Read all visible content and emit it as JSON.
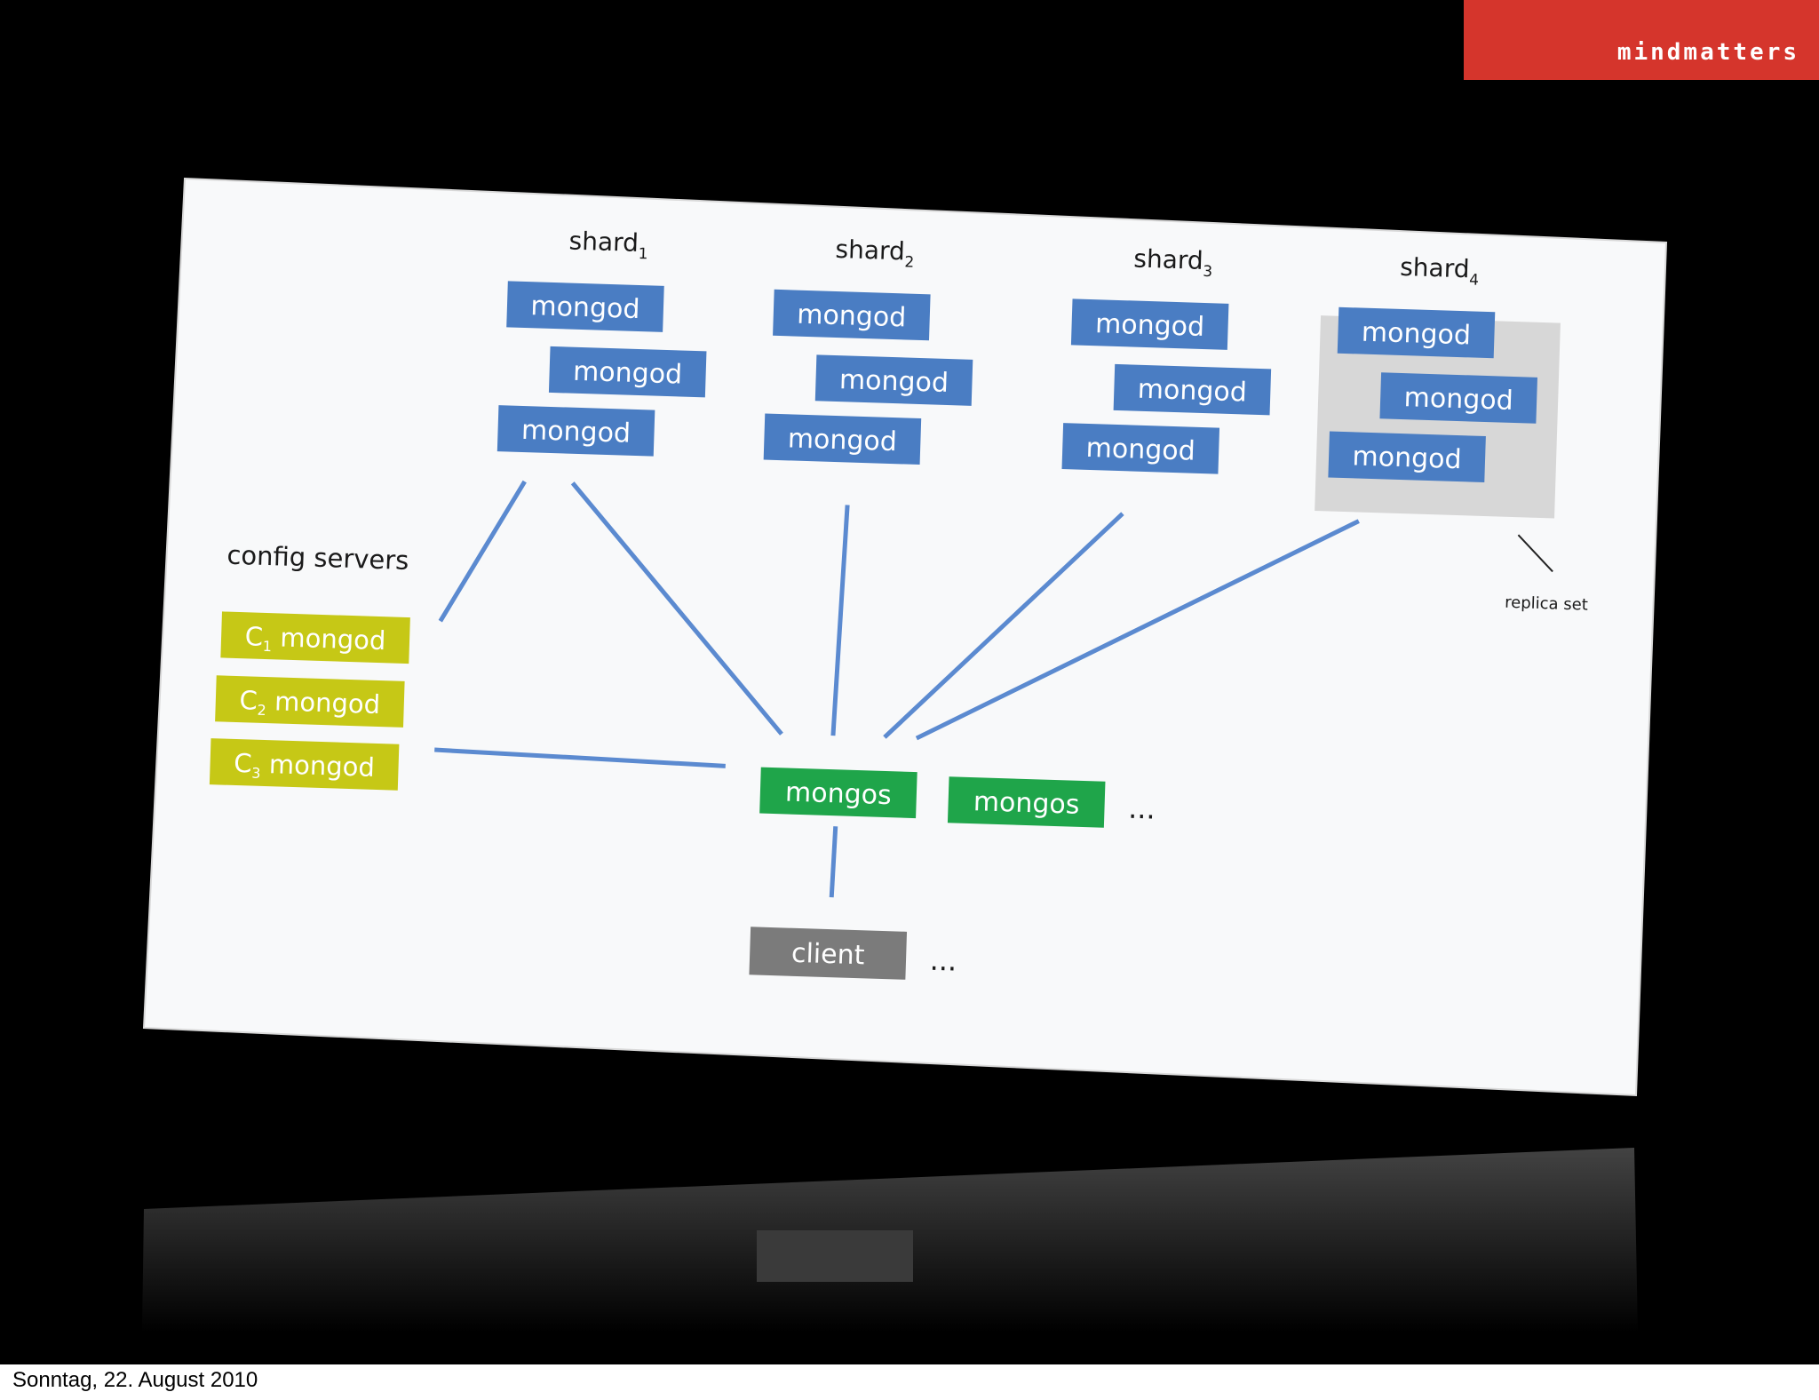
{
  "brand": {
    "name": "mindmatters",
    "color": "#d5352c"
  },
  "footer": {
    "date": "Sonntag, 22. August 2010"
  },
  "diagram": {
    "shard_labels": [
      "shard",
      "shard",
      "shard",
      "shard"
    ],
    "shard_subscripts": [
      "1",
      "2",
      "3",
      "4"
    ],
    "mongod_label": "mongod",
    "config_title": "config servers",
    "config_prefix": "C",
    "config_subscripts": [
      "1",
      "2",
      "3"
    ],
    "config_suffix": "mongod",
    "mongos_labels": [
      "mongos",
      "mongos"
    ],
    "client_label": "client",
    "ellipsis": "...",
    "replica_set_label": "replica set",
    "colors": {
      "mongod": "#4a7dc3",
      "config": "#c6c816",
      "mongos": "#1fa54a",
      "client": "#7b7b7b",
      "replica_bg": "#d7d7d7",
      "line": "#5b8ad0",
      "panel": "#f8f9fa"
    }
  }
}
